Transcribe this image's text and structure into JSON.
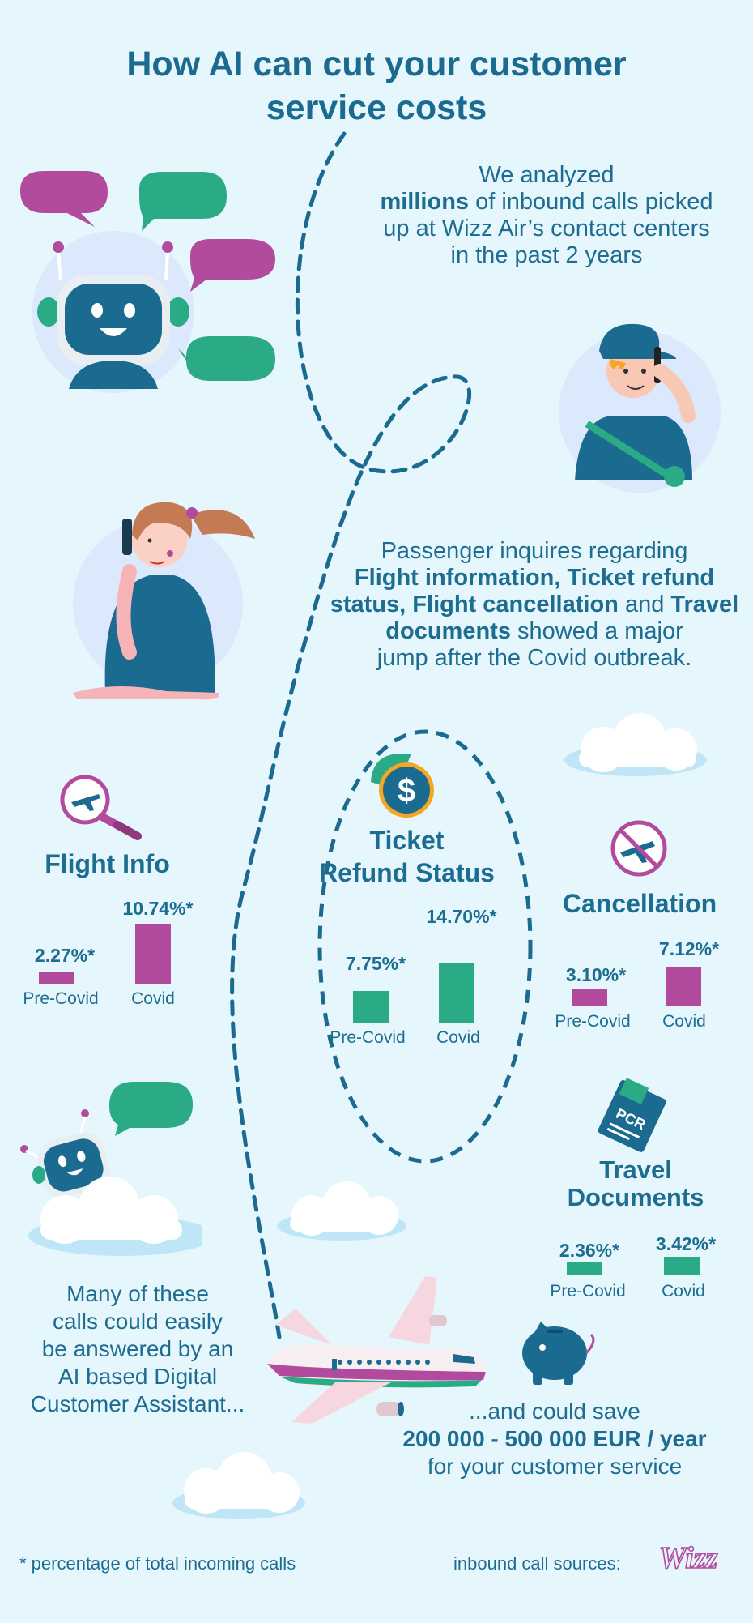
{
  "title": {
    "line1": "How AI can cut your customer",
    "line2": "service costs"
  },
  "intro": {
    "line1": "We analyzed",
    "bold": "millions",
    "line2_rest": " of inbound calls picked",
    "line3": "up at Wizz Air’s contact centers",
    "line4": "in the past 2 years"
  },
  "inquiries": {
    "line1": "Passenger inquires regarding",
    "b1": "Flight information, Ticket refund",
    "b2": "status, Flight cancellation",
    "and": " and ",
    "b3": "Travel",
    "b4": "documents",
    "line4_rest": " showed a major",
    "line5": "jump after the Covid outbreak."
  },
  "categories": {
    "flight_info": {
      "title": "Flight Info",
      "pre_value": "2.27%*",
      "covid_value": "10.74%*",
      "pre_label": "Pre-Covid",
      "covid_label": "Covid",
      "pre_pct": 2.27,
      "covid_pct": 10.74
    },
    "refund": {
      "title1": "Ticket",
      "title2": "Refund Status",
      "pre_value": "7.75%*",
      "covid_value": "14.70%*",
      "pre_label": "Pre-Covid",
      "covid_label": "Covid",
      "pre_pct": 7.75,
      "covid_pct": 14.7
    },
    "cancellation": {
      "title": "Cancellation",
      "pre_value": "3.10%*",
      "covid_value": "7.12%*",
      "pre_label": "Pre-Covid",
      "covid_label": "Covid",
      "pre_pct": 3.1,
      "covid_pct": 7.12
    },
    "travel_docs": {
      "title1": "Travel",
      "title2": "Documents",
      "pre_value": "2.36%*",
      "covid_value": "3.42%*",
      "pre_label": "Pre-Covid",
      "covid_label": "Covid",
      "pre_pct": 2.36,
      "covid_pct": 3.42
    }
  },
  "assistant": {
    "line1": "Many of these",
    "line2": "calls could easily",
    "line3": "be answered by an",
    "line4": "AI based Digital",
    "line5": "Customer Assistant..."
  },
  "savings": {
    "line1": "...and could save",
    "amount": "200 000 - 500 000 EUR / year",
    "line3": "for your customer service"
  },
  "footer": {
    "note": "* percentage of total incoming calls",
    "sources": "inbound call sources:",
    "logo": "Wizz"
  },
  "colors": {
    "primary": "#1b6a8f",
    "purple": "#b24b9e",
    "green": "#2aab86",
    "background": "#e6f6fd",
    "circle": "#dce8fb"
  }
}
